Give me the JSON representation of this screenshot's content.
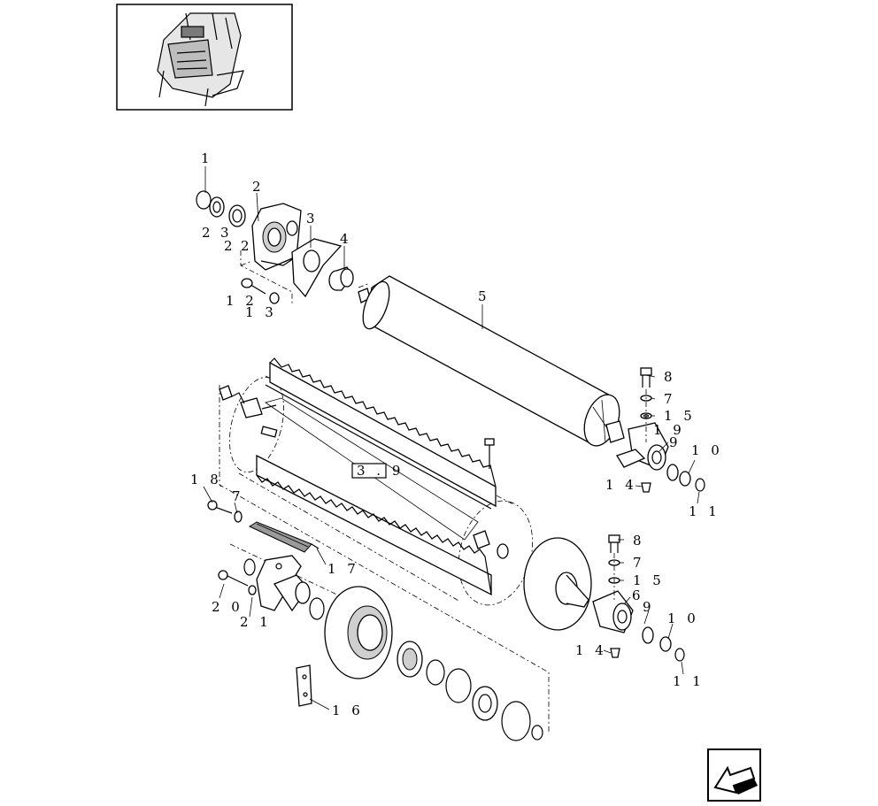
{
  "diagram": {
    "ref_box": "3 . 9",
    "callouts": {
      "c1": "1",
      "c2_top": "2",
      "c2a": "2",
      "c3a": "3",
      "c2b": "2",
      "c3_top": "3",
      "c4": "4",
      "c5": "5",
      "c12": "1 2",
      "c13": "1 3",
      "c8a": "8",
      "c7a": "7",
      "c15a": "1 5",
      "c19": "1 9",
      "c9a": "9",
      "c10a": "1 0",
      "c14a": "1 4",
      "c11a": "1 1",
      "c18": "1 8",
      "c7b": "7",
      "c17": "1 7",
      "c8b": "8",
      "c7c": "7",
      "c15b": "1 5",
      "c6": "6",
      "c9b": "9",
      "c10b": "1 0",
      "c14b": "1 4",
      "c11b": "1 1",
      "c20": "2 0",
      "c21": "2 1",
      "c16": "1 6"
    }
  }
}
